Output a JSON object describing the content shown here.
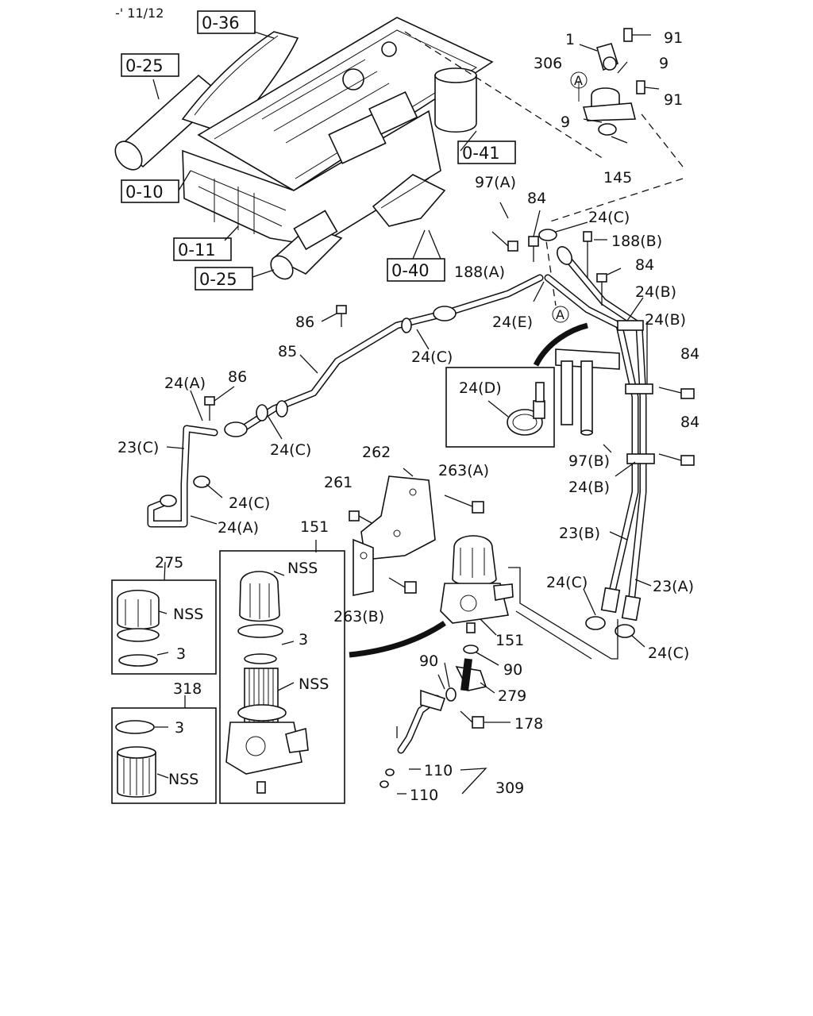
{
  "header": {
    "code": "-' 11/12"
  },
  "ref_boxes": [
    "0-36",
    "0-25",
    "0-10",
    "0-11",
    "0-25",
    "0-41",
    "0-40"
  ],
  "callouts": [
    "1",
    "91",
    "306",
    "9",
    "91",
    "9",
    "145",
    "97(A)",
    "84",
    "24(C)",
    "188(B)",
    "188(A)",
    "84",
    "24(B)",
    "24(E)",
    "86",
    "85",
    "24(C)",
    "24(B)",
    "84",
    "24(D)",
    "24(A)",
    "86",
    "84",
    "23(C)",
    "24(C)",
    "97(B)",
    "24(B)",
    "262",
    "263(A)",
    "261",
    "24(C)",
    "24(A)",
    "151",
    "23(B)",
    "275",
    "NSS",
    "NSS",
    "24(C)",
    "23(A)",
    "3",
    "263(B)",
    "151",
    "24(C)",
    "3",
    "90",
    "90",
    "NSS",
    "279",
    "318",
    "3",
    "178",
    "NSS",
    "110",
    "309",
    "110"
  ],
  "circle_marks": [
    "A",
    "A"
  ]
}
